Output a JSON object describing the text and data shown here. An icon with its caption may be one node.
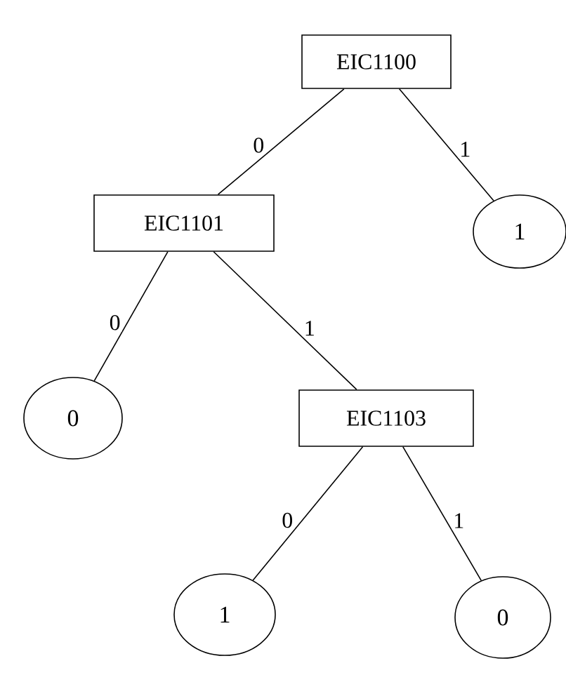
{
  "diagram": {
    "nodes": [
      {
        "text": [
          "EIC1100"
        ]
      },
      {
        "text": [
          "EIC1101"
        ]
      },
      {
        "text": [
          "1"
        ]
      },
      {
        "text": [
          "0"
        ]
      },
      {
        "text": [
          "EIC1103"
        ]
      },
      {
        "text": [
          "1"
        ]
      },
      {
        "text": [
          "0"
        ]
      }
    ],
    "edges": [
      {
        "from": 0,
        "to": 1,
        "arrow": "none",
        "label": "0"
      },
      {
        "from": 0,
        "to": 2,
        "arrow": "none",
        "label": "1"
      },
      {
        "from": 1,
        "to": 3,
        "arrow": "none",
        "label": "0"
      },
      {
        "from": 1,
        "to": 4,
        "arrow": "none",
        "label": "1"
      },
      {
        "from": 4,
        "to": 5,
        "arrow": "none",
        "label": "0"
      },
      {
        "from": 4,
        "to": 6,
        "arrow": "none",
        "label": "1"
      }
    ]
  }
}
